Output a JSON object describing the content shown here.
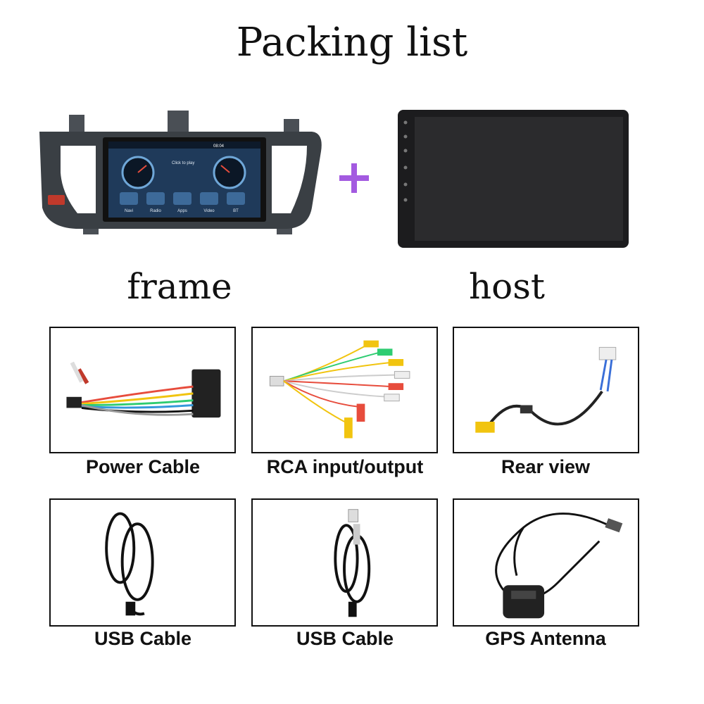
{
  "title": "Packing list",
  "top": {
    "frame_label": "frame",
    "host_label": "host",
    "frame_screen": {
      "time": "08:04",
      "center_text": "Click to play",
      "apps": [
        "Navi",
        "Radio",
        "Apps",
        "Video",
        "BT"
      ]
    }
  },
  "items": [
    {
      "label": "Power Cable",
      "icon": "power-cable-icon"
    },
    {
      "label": "RCA input/output",
      "icon": "rca-cable-icon"
    },
    {
      "label": "Rear view",
      "icon": "rear-view-cable-icon"
    },
    {
      "label": "USB Cable",
      "icon": "usb-cable-icon"
    },
    {
      "label": "USB Cable",
      "icon": "usb-cable-icon"
    },
    {
      "label": "GPS Antenna",
      "icon": "gps-antenna-icon"
    }
  ],
  "colors": {
    "plus": "#a35ae0",
    "frame": "#3a3f44",
    "host": "#1c1c1e"
  }
}
